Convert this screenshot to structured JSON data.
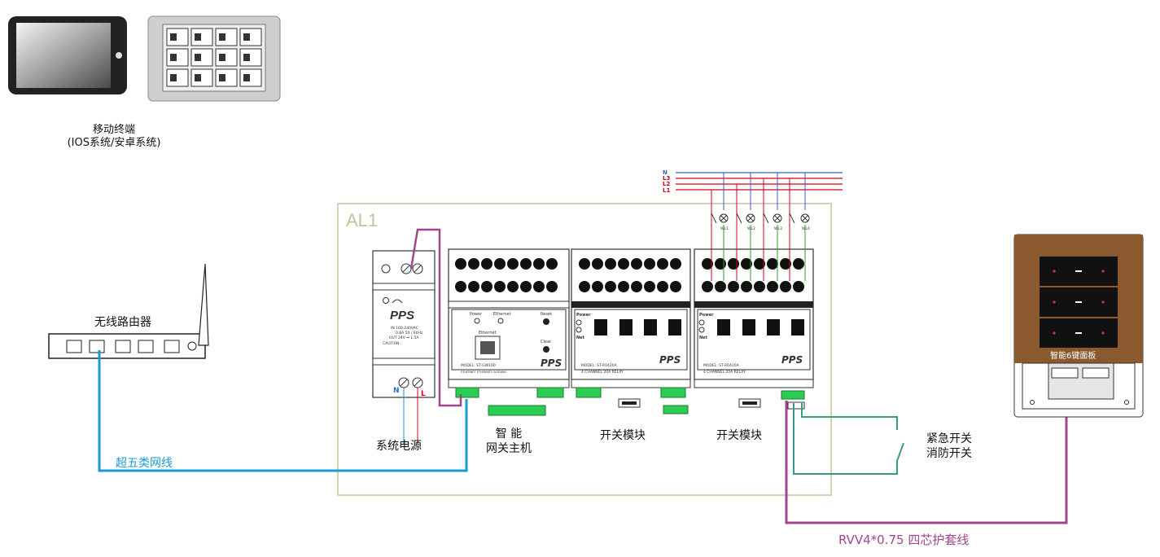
{
  "devices": {
    "mobile_label_line1": "移动终端",
    "mobile_label_line2": "(IOS系统/安卓系统)",
    "router_label": "无线路由器",
    "power_label": "系统电源",
    "gateway_label_line1": "智 能",
    "gateway_label_line2": "网关主机",
    "switch_module_1_label": "开关模块",
    "switch_module_2_label": "开关模块",
    "emergency_label_line1": "紧急开关",
    "emergency_label_line2": "消防开关",
    "panel_label": "智能6键面板"
  },
  "enclosure": {
    "label": "AL1"
  },
  "cables": {
    "ethernet_label": "超五类网线",
    "rvv_label": "RVV4*0.75 四芯护套线"
  },
  "power_lines": [
    "N",
    "L3",
    "L2",
    "L1"
  ],
  "lamp_labels": [
    "WL1",
    "WL2",
    "WL3",
    "WL4"
  ],
  "psu": {
    "brand": "PPS",
    "in_text": "IN   100-240VAC",
    "rating_text": "0.8A  50 / 60Hz",
    "out_text": "OUT  24V  ⎓  1.5A",
    "caution": "CAUTION :"
  },
  "gateway": {
    "power_led": "Power",
    "ethernet_led": "Ethernet",
    "reset": "Reset",
    "clear": "Clear",
    "port_label": "Ethernet",
    "brand": "PPS",
    "model": "MODEL: ST-GW100",
    "desc": "ETHERNET ETHERNET GATEWAY"
  },
  "relay_modules": [
    {
      "brand": "PPS",
      "power": "Power",
      "net": "Net",
      "model": "MODEL: ST-R0420A",
      "desc": "4 CHANNEL 20A RELAY"
    },
    {
      "brand": "PPS",
      "power": "Power",
      "net": "Net",
      "model": "MODEL: ST-R0420A",
      "desc": "4 CHANNEL 20A RELAY"
    }
  ],
  "colors": {
    "ethernet": "#1a9ad6",
    "rvv": "#a0468e",
    "enclosure": "#c8c29a",
    "emergency": "#3a9a8a",
    "line_red": "#d4001a",
    "line_blue": "#3a5fc0",
    "line_green": "#2aa02a",
    "panel_frame": "#8a5a2e"
  },
  "icons": [
    "tablet-icon",
    "touch-screen-icon",
    "router-icon",
    "antenna-icon",
    "lamp-icon",
    "switch-icon"
  ]
}
